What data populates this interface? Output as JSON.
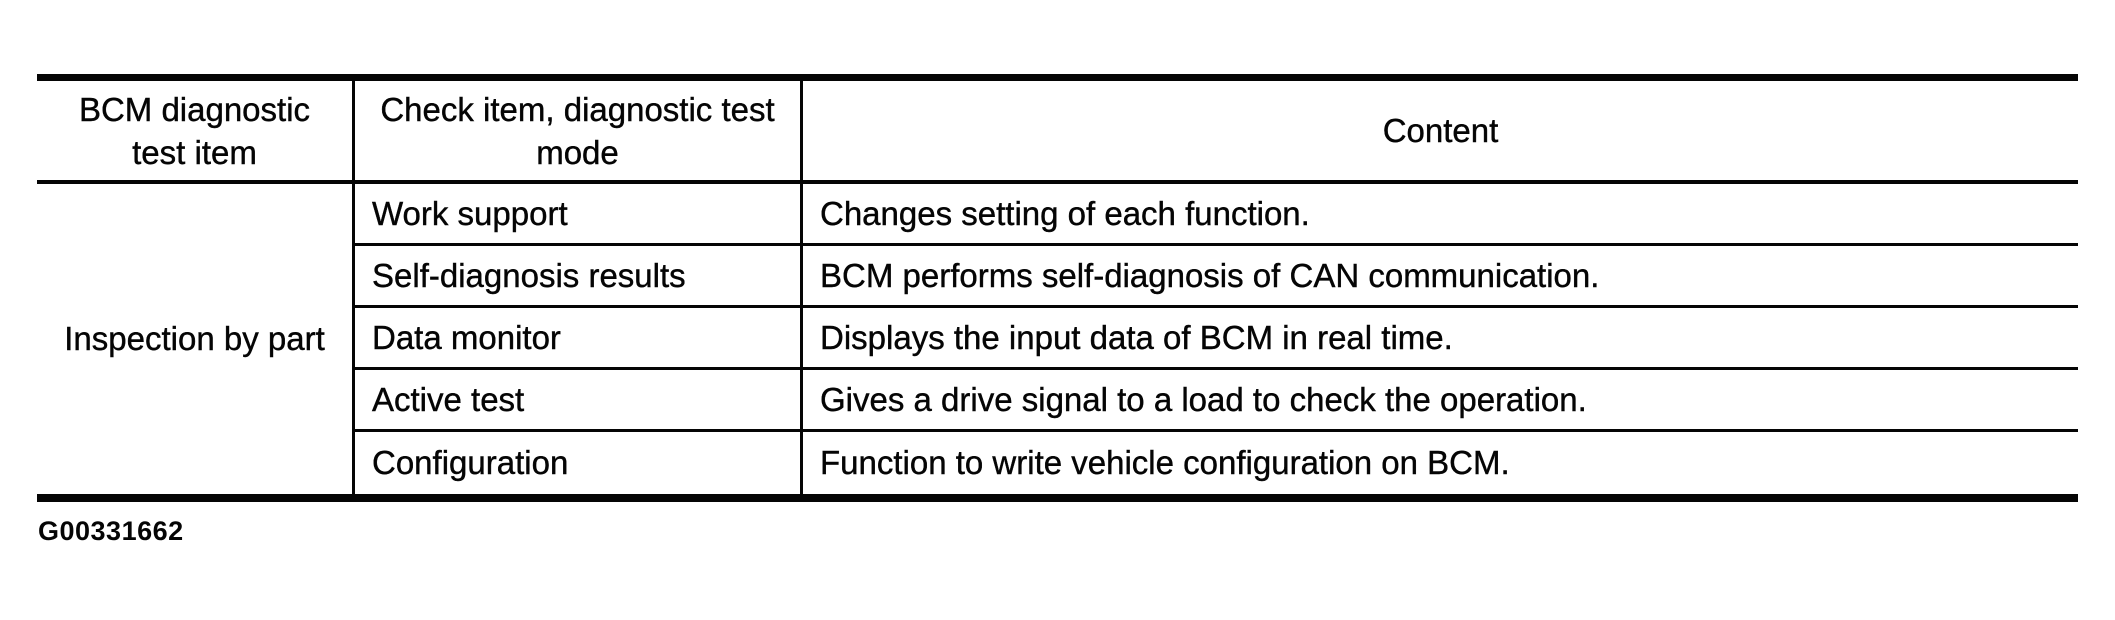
{
  "table": {
    "header": {
      "col1_line1": "BCM diagnostic",
      "col1_line2": "test item",
      "col2_line1": "Check item, diagnostic test",
      "col2_line2": "mode",
      "col3": "Content"
    },
    "group_label": "Inspection by part",
    "rows": [
      {
        "mode": "Work support",
        "content": "Changes setting of each function."
      },
      {
        "mode": "Self-diagnosis results",
        "content": "BCM performs self-diagnosis of CAN communication."
      },
      {
        "mode": "Data monitor",
        "content": "Displays the input data of BCM in real time."
      },
      {
        "mode": "Active test",
        "content": "Gives a drive signal to a load to check the operation."
      },
      {
        "mode": "Configuration",
        "content": "Function to write vehicle configuration on BCM."
      }
    ]
  },
  "figure_id": "G00331662",
  "colors": {
    "ink": "#050505",
    "paper": "#ffffff"
  }
}
